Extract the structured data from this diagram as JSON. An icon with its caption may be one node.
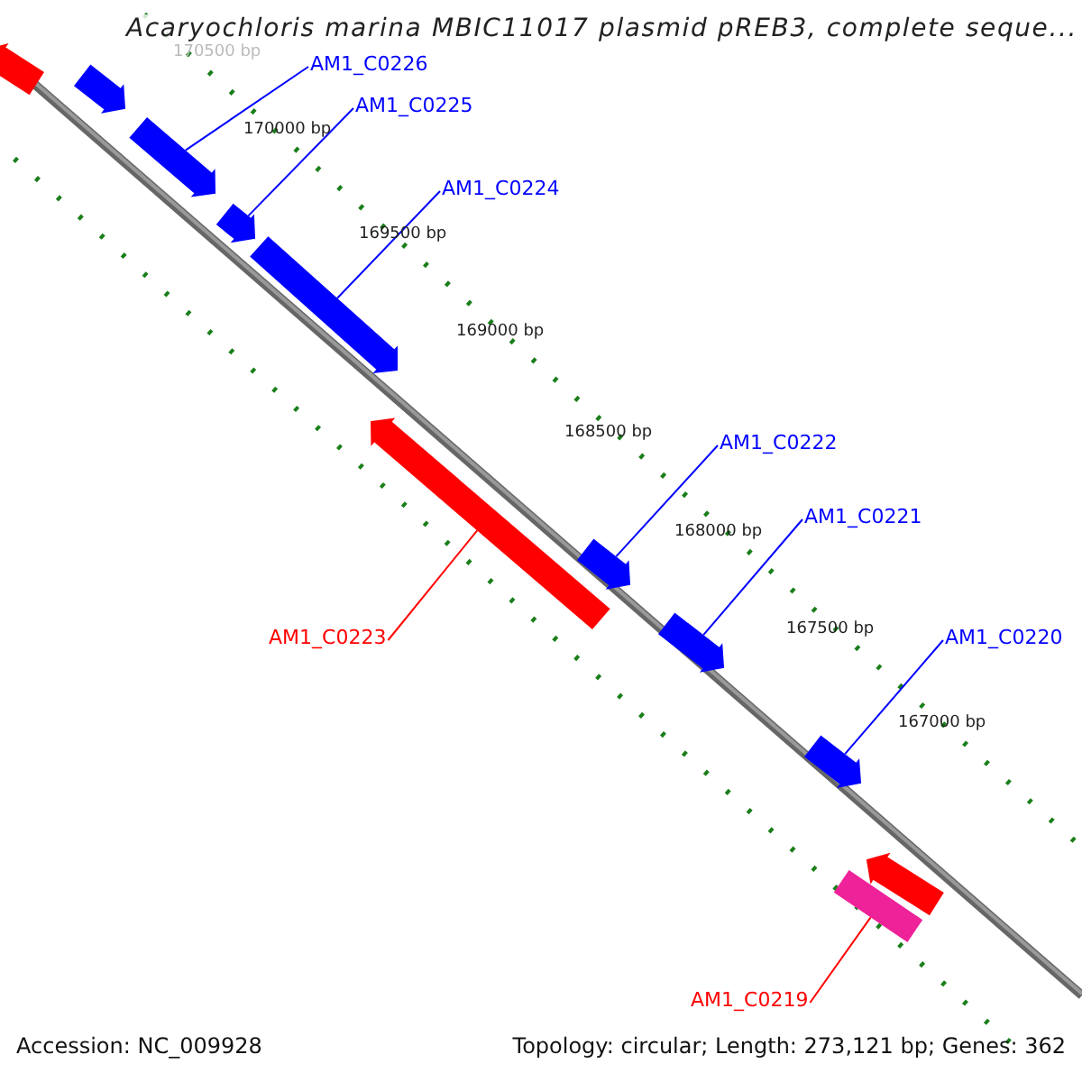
{
  "diagram": {
    "title": "Acaryochloris marina MBIC11017 plasmid pREB3, complete seque...",
    "nodes": [
      {
        "text": [],
        "shape": "arrow"
      },
      {
        "text": [],
        "shape": "arrow"
      },
      {
        "text": [],
        "shape": "arrow"
      },
      {
        "text": [],
        "shape": "arrow"
      },
      {
        "text": [],
        "shape": "arrow"
      },
      {
        "text": [],
        "shape": "arrow"
      },
      {
        "text": [],
        "shape": "arrow"
      },
      {
        "text": [],
        "shape": "arrow"
      },
      {
        "text": [],
        "shape": "arrow"
      },
      {
        "text": [],
        "shape": "arrow"
      },
      {
        "text": [],
        "shape": "bar"
      },
      {
        "text": [
          "AM1_C0226"
        ]
      },
      {
        "text": [
          "AM1_C0225"
        ]
      },
      {
        "text": [
          "AM1_C0224"
        ]
      },
      {
        "text": [
          "AM1_C0222"
        ]
      },
      {
        "text": [
          "AM1_C0221"
        ]
      },
      {
        "text": [
          "AM1_C0220"
        ]
      },
      {
        "text": [
          "AM1_C0223"
        ]
      },
      {
        "text": [
          "AM1_C0219"
        ]
      }
    ],
    "edges": [
      {
        "from": 11,
        "to": 2,
        "arrow": "none"
      },
      {
        "from": 12,
        "to": 3,
        "arrow": "none"
      },
      {
        "from": 13,
        "to": 4,
        "arrow": "none"
      },
      {
        "from": 14,
        "to": 6,
        "arrow": "none"
      },
      {
        "from": 15,
        "to": 7,
        "arrow": "none"
      },
      {
        "from": 16,
        "to": 8,
        "arrow": "none"
      },
      {
        "from": 17,
        "to": 5,
        "arrow": "none",
        "color": "#ff0000"
      },
      {
        "from": 18,
        "to": 10,
        "arrow": "none",
        "color": "#ff0000"
      }
    ],
    "labels": [
      "170500 bp",
      "170000 bp",
      "169500 bp",
      "169000 bp",
      "168500 bp",
      "168000 bp",
      "167500 bp",
      "167000 bp",
      "Accession: NC_009928",
      "Topology: circular; Length: 273,121 bp; Genes: 362"
    ]
  }
}
